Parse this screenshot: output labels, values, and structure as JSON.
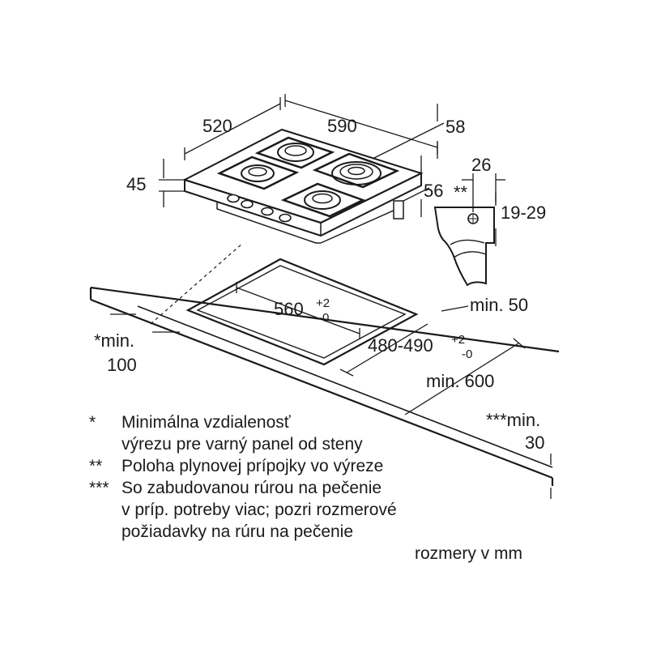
{
  "dimensions": {
    "d520": "520",
    "d590": "590",
    "d58": "58",
    "d45": "45",
    "d56": "56",
    "d26": "26",
    "stars2": "**",
    "d19_29": "19-29",
    "cutout_width": "560",
    "cutout_width_tol_upper": "+2",
    "cutout_width_tol_lower": "-0",
    "cutout_depth": "480-490",
    "cutout_depth_tol_upper": "+2",
    "cutout_depth_tol_lower": "-0",
    "min50": "min. 50",
    "min100_a": "*min.",
    "min100_b": "100",
    "min600": "min. 600",
    "min30_a": "***min.",
    "min30_b": "30"
  },
  "notes": [
    {
      "mark": "*",
      "lines": [
        "Minimálna vzdialenosť",
        "výrezu pre varný panel od steny"
      ]
    },
    {
      "mark": "**",
      "lines": [
        "Poloha plynovej prípojky vo výreze"
      ]
    },
    {
      "mark": "***",
      "lines": [
        "So zabudovanou rúrou na pečenie",
        "v príp. potreby viac; pozri rozmerové",
        "požiadavky na rúru na pečenie"
      ]
    }
  ],
  "units_note": "rozmery v mm"
}
